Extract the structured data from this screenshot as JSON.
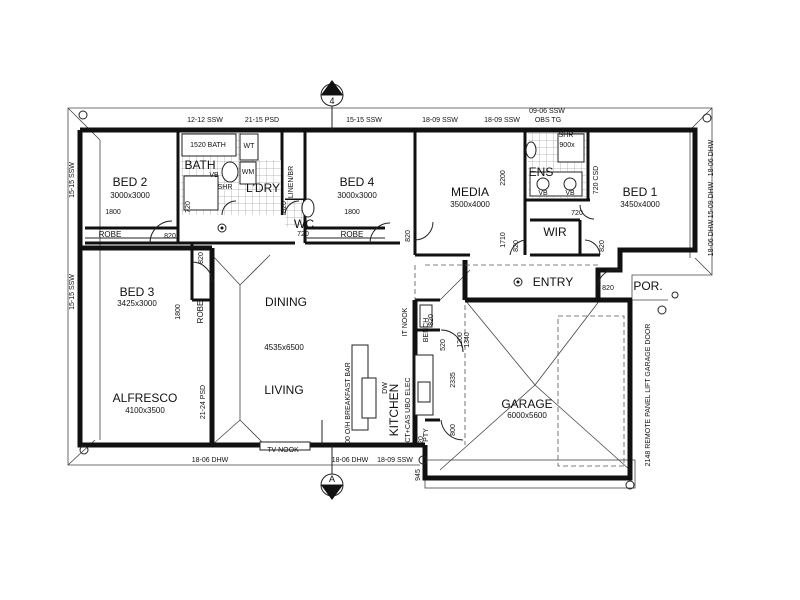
{
  "rooms": {
    "bed2": {
      "name": "BED 2",
      "size": "3000x3000"
    },
    "bed4": {
      "name": "BED 4",
      "size": "3000x3000"
    },
    "media": {
      "name": "MEDIA",
      "size": "3500x4000"
    },
    "bed1": {
      "name": "BED 1",
      "size": "3450x4000"
    },
    "bed3": {
      "name": "BED 3",
      "size": "3425x3000"
    },
    "dining": {
      "name": "DINING"
    },
    "living": {
      "name": "LIVING",
      "size": "4535x6500"
    },
    "alfresco": {
      "name": "ALFRESCO",
      "size": "4100x3500"
    },
    "garage": {
      "name": "GARAGE",
      "size": "6000x5600"
    },
    "bath": {
      "name": "BATH"
    },
    "laundry": {
      "name": "L'DRY"
    },
    "wc": {
      "name": "WC"
    },
    "ens": {
      "name": "ENS"
    },
    "wir": {
      "name": "WIR"
    },
    "entry": {
      "name": "ENTRY"
    },
    "porch": {
      "name": "POR."
    },
    "kitchen": {
      "name": "KITCHEN"
    }
  },
  "labels": {
    "robe": "ROBE",
    "linen": "LINEN/BR",
    "bench": "BENCH",
    "it_nook": "IT NOOK",
    "tv_nook": "TV NOOK",
    "pty": "PTY",
    "breakfast_bar": "300 O/H BREAKFAST BAR",
    "dw": "DW",
    "kitchen_equip": "CT+CAS UBO ELEC",
    "garage_door": "2148 REMOTE PANEL LIFT GARAGE DOOR",
    "shr": "SHR",
    "bath_1520": "1520 BATH",
    "wm": "WM",
    "wt": "WT",
    "vb": "VB",
    "ens_shr": "900x",
    "section": "A",
    "section_num": "4"
  },
  "windows": {
    "top": [
      "12-12 SSW",
      "21-15 PSD",
      "15-15 SSW",
      "18-09 SSW",
      "18-09 SSW",
      "OBS TG",
      "09-06 SSW"
    ],
    "bottom": [
      "18-06 DHW",
      "18-06 DHW",
      "18-09 SSW"
    ],
    "left": [
      "15-15 SSW",
      "15-15 SSW",
      "21-24 PSD"
    ],
    "right": [
      "18-06 DHW",
      "15-09 DHW",
      "18-06 DHW"
    ],
    "ens_csd": "720 CSD"
  },
  "dims": {
    "d1800a": "1800",
    "d1800b": "1800",
    "d1800c": "1800",
    "d820": "820",
    "d720": "720",
    "d2200": "2200",
    "d1710": "1710",
    "d2335": "2335",
    "d1340": "1340",
    "d800": "800",
    "d945": "945",
    "d520": "520",
    "d1200": "1200"
  }
}
